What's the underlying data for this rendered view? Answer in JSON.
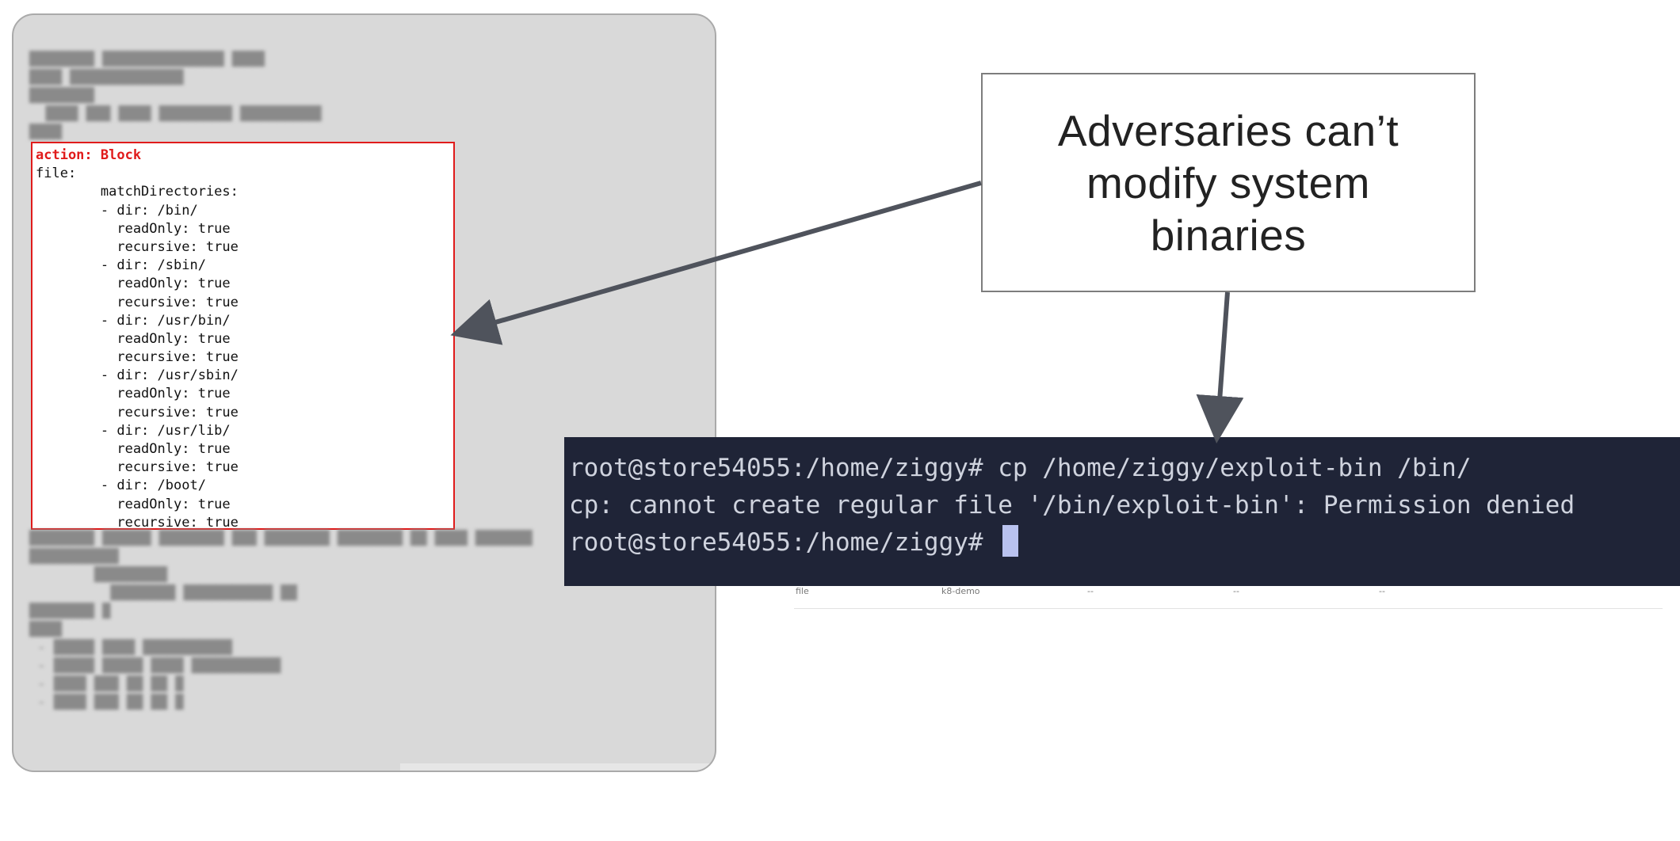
{
  "policy_panel": {
    "visible_lines": [
      {
        "text": "action: Block",
        "highlight": true
      },
      {
        "text": "file:",
        "highlight": false
      },
      {
        "text": "        matchDirectories:",
        "highlight": false
      },
      {
        "text": "        - dir: /bin/",
        "highlight": false
      },
      {
        "text": "          readOnly: true",
        "highlight": false
      },
      {
        "text": "          recursive: true",
        "highlight": false
      },
      {
        "text": "        - dir: /sbin/",
        "highlight": false
      },
      {
        "text": "          readOnly: true",
        "highlight": false
      },
      {
        "text": "          recursive: true",
        "highlight": false
      },
      {
        "text": "        - dir: /usr/bin/",
        "highlight": false
      },
      {
        "text": "          readOnly: true",
        "highlight": false
      },
      {
        "text": "          recursive: true",
        "highlight": false
      },
      {
        "text": "        - dir: /usr/sbin/",
        "highlight": false
      },
      {
        "text": "          readOnly: true",
        "highlight": false
      },
      {
        "text": "          recursive: true",
        "highlight": false
      },
      {
        "text": "        - dir: /usr/lib/",
        "highlight": false
      },
      {
        "text": "          readOnly: true",
        "highlight": false
      },
      {
        "text": "          recursive: true",
        "highlight": false
      },
      {
        "text": "        - dir: /boot/",
        "highlight": false
      },
      {
        "text": "          readOnly: true",
        "highlight": false
      },
      {
        "text": "          recursive: true",
        "highlight": false
      }
    ],
    "highlight_color": "#e01b1b"
  },
  "table_row": {
    "cells": [
      "file",
      "k8-demo",
      "--",
      "--",
      "--"
    ]
  },
  "callout": {
    "text": "Adversaries can’t modify system binaries"
  },
  "terminal": {
    "lines": [
      "root@store54055:/home/ziggy# cp /home/ziggy/exploit-bin /bin/",
      "cp: cannot create regular file '/bin/exploit-bin': Permission denied",
      "root@store54055:/home/ziggy# "
    ],
    "background": "#1f2437",
    "cursor_color": "#b9c2ef"
  },
  "colors": {
    "arrow": "#4f535c"
  }
}
